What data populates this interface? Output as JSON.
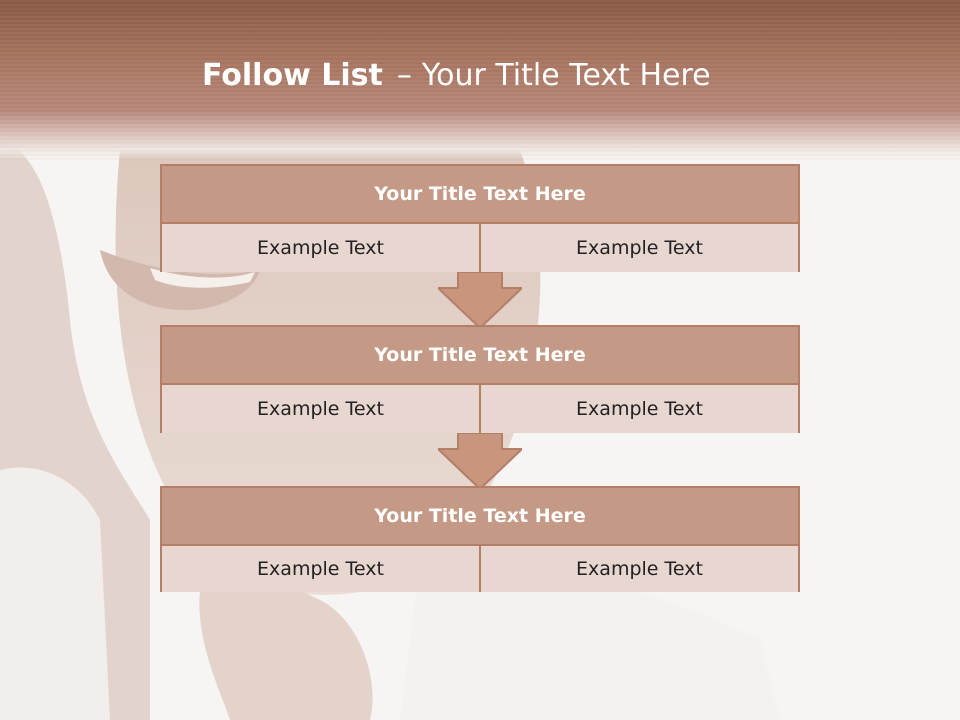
{
  "slide": {
    "title_bold": "Follow List",
    "title_dash": "–",
    "title_rest": "Your Title Text Here"
  },
  "blocks": [
    {
      "title": "Your Title Text Here",
      "left": "Example Text",
      "right": "Example Text"
    },
    {
      "title": "Your Title Text Here",
      "left": "Example Text",
      "right": "Example Text"
    },
    {
      "title": "Your Title Text Here",
      "left": "Example Text",
      "right": "Example Text"
    }
  ],
  "colors": {
    "header": "#a87560",
    "block_title_fill": "#c49a86",
    "block_body_fill": "#e8d6d1",
    "border": "#b57e66",
    "arrow": "#c8957f"
  }
}
